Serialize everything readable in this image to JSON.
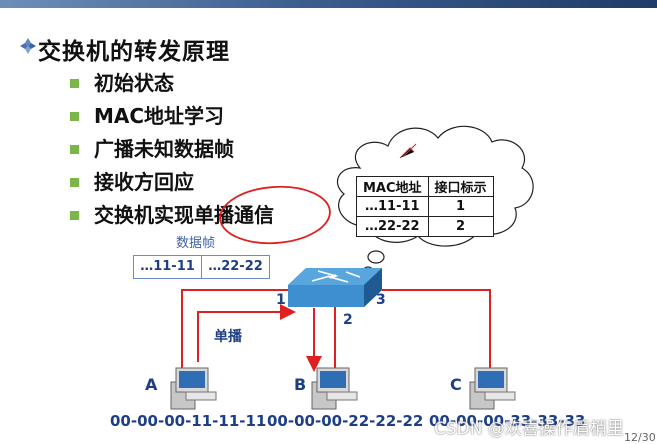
{
  "slide": {
    "title": "交换机的转发原理",
    "bullets": [
      {
        "text": "初始状态"
      },
      {
        "text": "MAC地址学习"
      },
      {
        "text": "广播未知数据帧"
      },
      {
        "text": "接收方回应"
      },
      {
        "text": "交换机实现单播通信"
      }
    ]
  },
  "diagram": {
    "frame_caption": "数据帧",
    "frame_fields": [
      "…11-11",
      "…22-22"
    ],
    "mac_table": {
      "headers": [
        "MAC地址",
        "接口标示"
      ],
      "rows": [
        [
          "…11-11",
          "1"
        ],
        [
          "…22-22",
          "2"
        ]
      ]
    },
    "ports": [
      "1",
      "2",
      "3"
    ],
    "unicast_label": "单播",
    "hosts": [
      {
        "letter": "A",
        "mac": "00-00-00-11-11-11"
      },
      {
        "letter": "B",
        "mac": "00-00-00-22-22-22"
      },
      {
        "letter": "C",
        "mac": "00-00-00-33-33-33"
      }
    ]
  },
  "footer": {
    "watermark": "CSDN @欢喜操作眉梢里",
    "page": "12/30"
  },
  "colors": {
    "accent_red": "#e02020",
    "bullet_green": "#7ab648",
    "text_blue": "#1e3f86",
    "switch_blue": "#3d8fcf"
  }
}
